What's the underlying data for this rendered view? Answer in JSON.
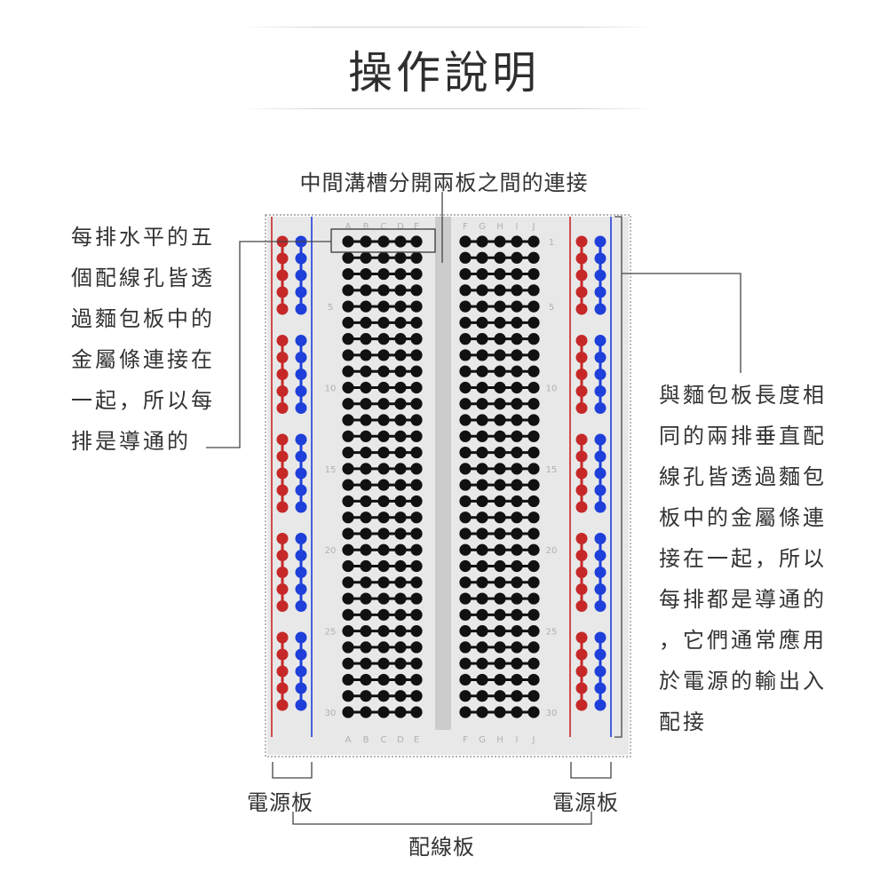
{
  "title": "操作說明",
  "top_label": "中間溝槽分開兩板之間的連接",
  "left_description": [
    "每排水平的五",
    "個配線孔皆透",
    "過麵包板中的",
    "金屬條連接在",
    "一起，所以每",
    "排是導通的"
  ],
  "right_description": [
    "與麵包板長度相",
    "同的兩排垂直配",
    "線孔皆透過麵包",
    "板中的金屬條連",
    "接在一起，所以",
    "每排都是導通的",
    "，它們通常應用",
    "於電源的輸出入",
    "配接"
  ],
  "power_label_left": "電源板",
  "power_label_right": "電源板",
  "wiring_label": "配線板",
  "breadboard": {
    "rows": 30,
    "left_columns": [
      "A",
      "B",
      "C",
      "D",
      "E"
    ],
    "right_columns": [
      "F",
      "G",
      "H",
      "I",
      "J"
    ],
    "row_numbers": [
      "1",
      "5",
      "10",
      "15",
      "20",
      "25",
      "30"
    ]
  },
  "colors": {
    "rail_positive": "#c62828",
    "rail_negative": "#1e3fd9",
    "strip": "#111111",
    "board": "#e8e8e8",
    "channel": "#cccccc",
    "leader": "#444444"
  }
}
